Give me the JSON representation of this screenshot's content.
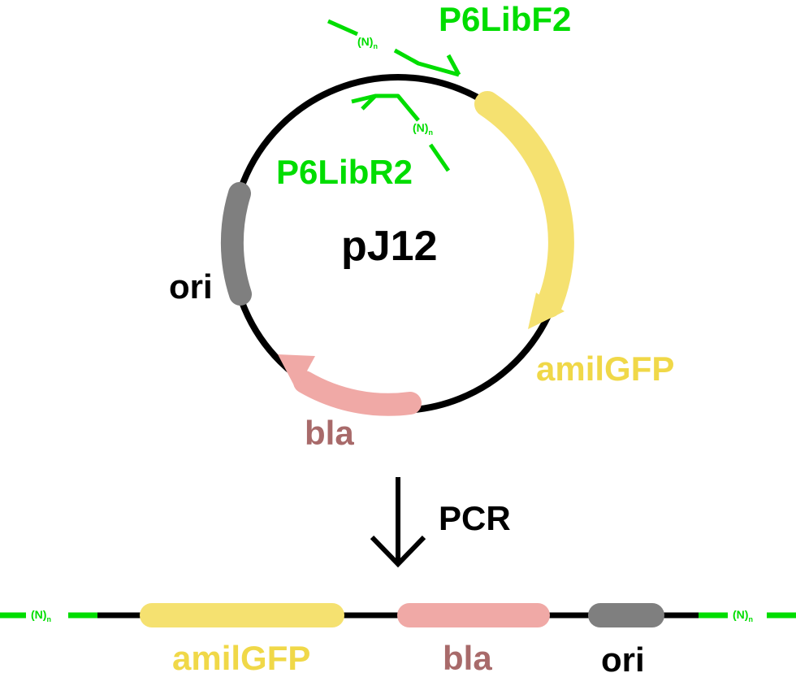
{
  "plasmid": {
    "name": "pJ12",
    "features": {
      "amilgfp": "amilGFP",
      "bla": "bla",
      "ori": "ori"
    }
  },
  "primers": {
    "forward": "P6LibF2",
    "reverse": "P6LibR2",
    "tail_label": "(N)",
    "tail_subscript": "n"
  },
  "process": {
    "step_label": "PCR"
  },
  "product": {
    "features": {
      "amilgfp": "amilGFP",
      "bla": "bla",
      "ori": "ori"
    }
  },
  "colors": {
    "backbone": "#000000",
    "primer": "#00dd00",
    "amilgfp": "#f5e170",
    "amilgfp_text": "#f0d848",
    "bla": "#f0a9a6",
    "bla_text": "#a86a6a",
    "ori": "#7f7f7f",
    "ori_text": "#000000"
  }
}
